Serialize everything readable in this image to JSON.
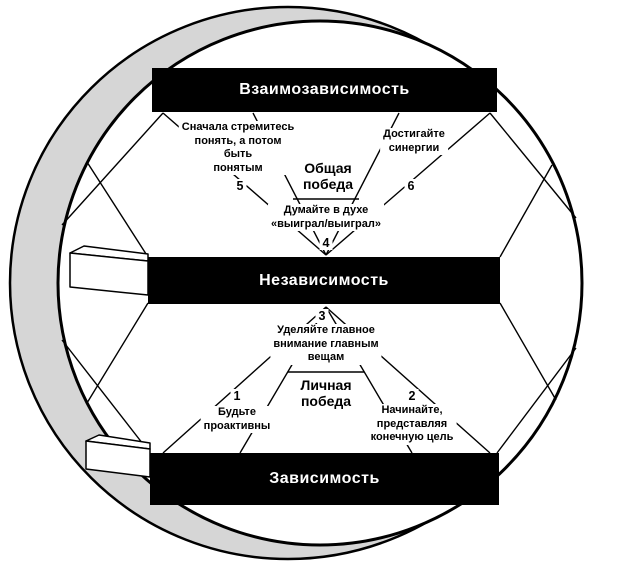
{
  "levels": {
    "top": "Взаимозависимость",
    "middle": "Независимость",
    "bottom": "Зависимость"
  },
  "victories": {
    "public": {
      "line1": "Общая",
      "line2": "победа"
    },
    "private": {
      "line1": "Личная",
      "line2": "победа"
    }
  },
  "habits": {
    "h1": {
      "num": "1",
      "lines": [
        "Будьте",
        "проактивны"
      ]
    },
    "h2": {
      "num": "2",
      "lines": [
        "Начинайте,",
        "представляя",
        "конечную цель"
      ]
    },
    "h3": {
      "num": "3",
      "lines": [
        "Уделяйте главное",
        "внимание главным",
        "вещам"
      ]
    },
    "h4": {
      "num": "4",
      "lines": [
        "Думайте в духе",
        "«выиграл/выиграл»"
      ]
    },
    "h5": {
      "num": "5",
      "lines": [
        "Сначала стремитесь",
        "понять, а потом",
        "быть",
        "понятым"
      ]
    },
    "h6": {
      "num": "6",
      "lines": [
        "Достигайте",
        "синергии"
      ]
    }
  },
  "colors": {
    "bar": "#000000",
    "bar_text": "#ffffff",
    "shadow": "#d6d6d6",
    "line": "#000000"
  }
}
